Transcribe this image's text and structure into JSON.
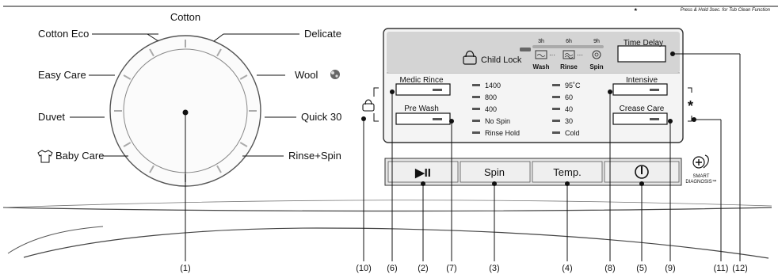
{
  "dial": {
    "programs": {
      "cotton": "Cotton",
      "cotton_eco": "Cotton Eco",
      "delicate": "Delicate",
      "easy_care": "Easy Care",
      "wool": "Wool",
      "duvet": "Duvet",
      "quick30": "Quick 30",
      "baby_care": "Baby Care",
      "rinse_spin": "Rinse+Spin"
    }
  },
  "display": {
    "note": "Press & Hold 3sec. for Tub Clean Function",
    "note_star": "★",
    "child_lock": "Child Lock",
    "hours": [
      "3h",
      "6h",
      "9h"
    ],
    "stages": [
      "Wash",
      "Rinse",
      "Spin"
    ],
    "ellipsis": "···",
    "time_delay": "Time Delay",
    "medic_rince": "Medic Rince",
    "pre_wash": "Pre Wash",
    "spin_levels": [
      "1400",
      "800",
      "400",
      "No Spin",
      "Rinse Hold"
    ],
    "temps": [
      "95˚C",
      "60",
      "40",
      "30",
      "Cold"
    ],
    "intensive": "Intensive",
    "crease_care": "Crease Care",
    "asterisk": "*"
  },
  "buttons": {
    "start_pause": "▶II",
    "spin": "Spin",
    "temp": "Temp.",
    "power": "⏻"
  },
  "smart": {
    "line1": "SMART",
    "line2": "DIAGNOSIS™"
  },
  "callouts": [
    "(1)",
    "(2)",
    "(3)",
    "(4)",
    "(5)",
    "(6)",
    "(7)",
    "(8)",
    "(9)",
    "(10)",
    "(11)",
    "(12)"
  ]
}
